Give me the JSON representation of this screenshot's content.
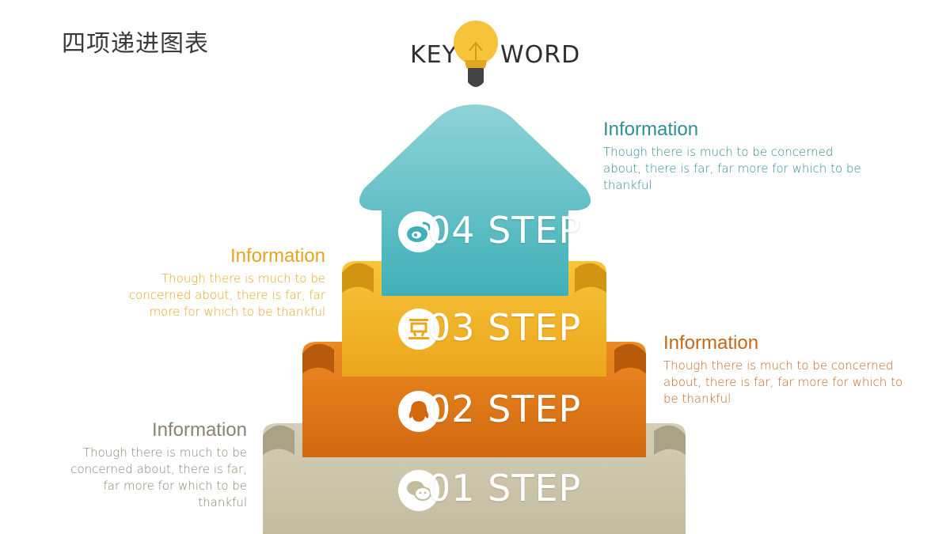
{
  "title": "四项递进图表",
  "keyword": {
    "left": "KEY",
    "right": "WORD",
    "icon": "lightbulb-icon"
  },
  "colors": {
    "step1": "#c9c2a8",
    "step2": "#e07a1a",
    "step3": "#f0b62b",
    "step4": "#4fbcc3",
    "info1": "#8a8470",
    "info2": "#c4671a",
    "info3": "#e6a51c",
    "info4": "#2f8f95"
  },
  "steps": [
    {
      "label": "01 STEP",
      "icon": "wechat-icon"
    },
    {
      "label": "02 STEP",
      "icon": "qq-icon"
    },
    {
      "label": "03 STEP",
      "icon": "douban-icon"
    },
    {
      "label": "04 STEP",
      "icon": "weibo-icon"
    }
  ],
  "infos": [
    {
      "heading": "Information",
      "text": "Though there is much to be concerned about, there is far, far more for which to be thankful"
    },
    {
      "heading": "Information",
      "text": "Though there is much to be concerned about, there is far, far more for which to be thankful"
    },
    {
      "heading": "Information",
      "text": "Though there is much to be concerned about, there is far, far more for which to be thankful"
    },
    {
      "heading": "Information",
      "text": "Though there is much to be concerned about, there is far, far more for which to be thankful"
    }
  ]
}
